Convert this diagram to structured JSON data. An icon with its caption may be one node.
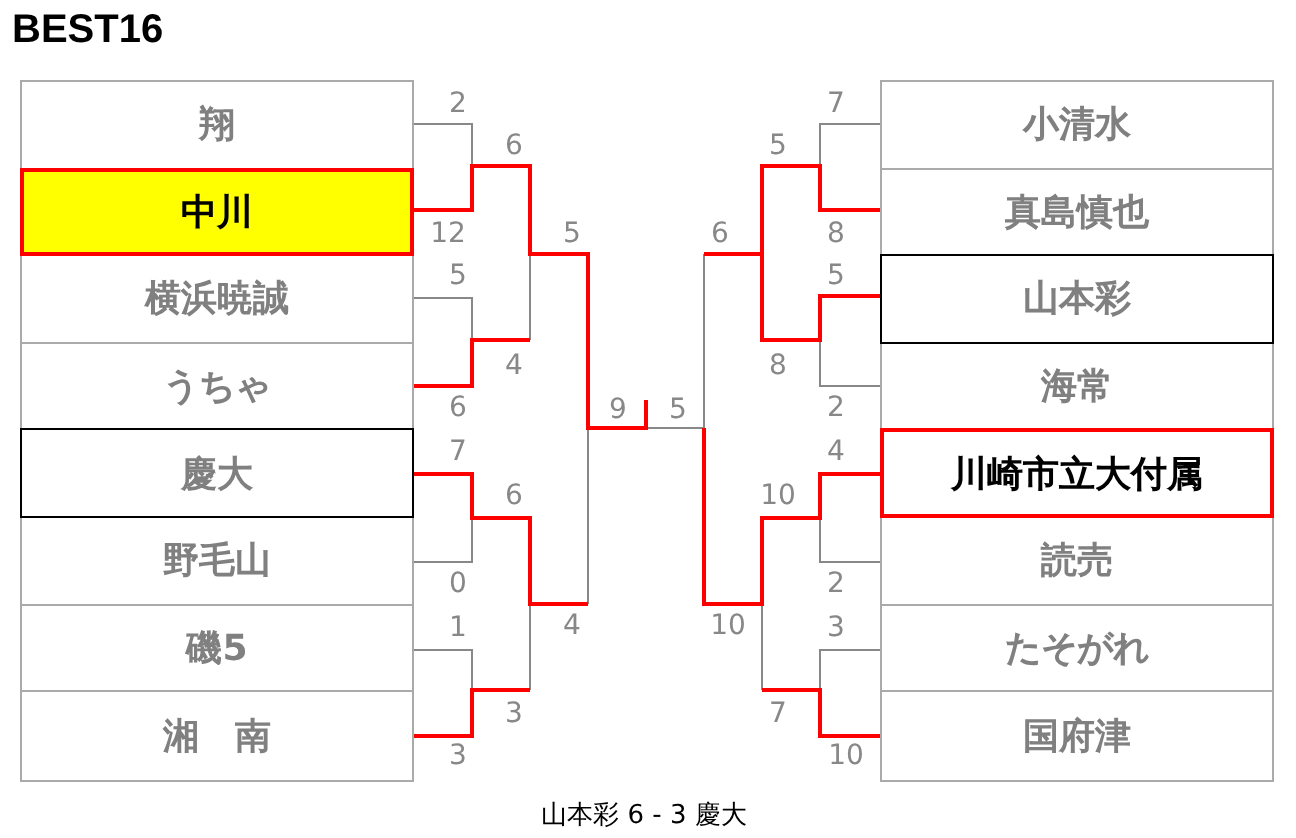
{
  "diagram": {
    "title": "BEST16",
    "nodes": [
      {
        "text": [
          "翔"
        ]
      },
      {
        "text": [
          "中川"
        ]
      },
      {
        "text": [
          "横浜暁誠"
        ]
      },
      {
        "text": [
          "うちゃ"
        ]
      },
      {
        "text": [
          "慶大"
        ]
      },
      {
        "text": [
          "野毛山"
        ]
      },
      {
        "text": [
          "磯5"
        ]
      },
      {
        "text": [
          "湘　南"
        ]
      },
      {
        "text": [
          "小清水"
        ]
      },
      {
        "text": [
          "真島慎也"
        ]
      },
      {
        "text": [
          "山本彩"
        ]
      },
      {
        "text": [
          "海常"
        ]
      },
      {
        "text": [
          "川崎市立大付属"
        ]
      },
      {
        "text": [
          "読売"
        ]
      },
      {
        "text": [
          "たそがれ"
        ]
      },
      {
        "text": [
          "国府津"
        ]
      }
    ],
    "labels": [
      "2",
      "7",
      "6",
      "5",
      "12",
      "5",
      "6",
      "8",
      "5",
      "5",
      "4",
      "8",
      "6",
      "9",
      "5",
      "2",
      "7",
      "4",
      "6",
      "10",
      "0",
      "2",
      "1",
      "4",
      "10",
      "3",
      "3",
      "7",
      "3",
      "10",
      "山本彩 6 - 3 慶大"
    ]
  }
}
